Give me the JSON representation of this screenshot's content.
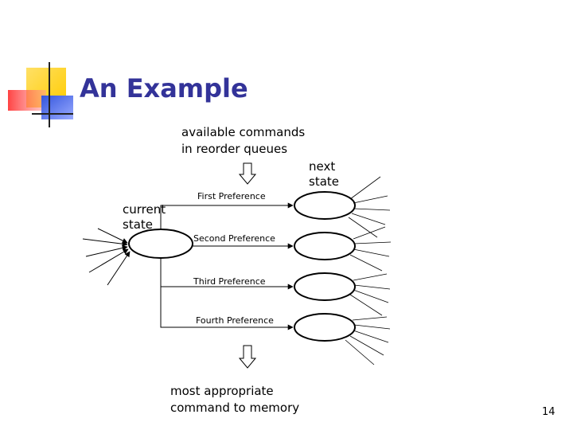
{
  "slide": {
    "title": "An Example",
    "page_number": "14"
  },
  "diagram": {
    "top_label_line1": "available commands",
    "top_label_line2": "in reorder queues",
    "next_state_line1": "next",
    "next_state_line2": "state",
    "current_state_line1": "current",
    "current_state_line2": "state",
    "preferences": [
      "First Preference",
      "Second Preference",
      "Third Preference",
      "Fourth Preference"
    ],
    "bottom_label_line1": "most appropriate",
    "bottom_label_line2": "command to memory"
  },
  "colors": {
    "title": "#333399",
    "logo_yellow": "#ffcc00",
    "logo_red": "#ff3333",
    "logo_blue": "#3355dd"
  }
}
